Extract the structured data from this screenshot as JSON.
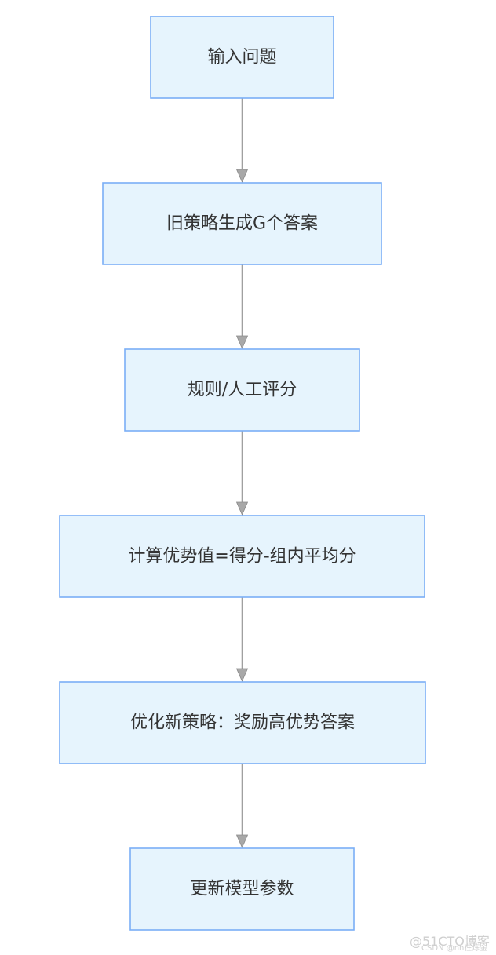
{
  "diagram": {
    "nodes": [
      {
        "id": "n1",
        "label": "输入问题"
      },
      {
        "id": "n2",
        "label": "旧策略生成G个答案"
      },
      {
        "id": "n3",
        "label": "规则/人工评分"
      },
      {
        "id": "n4",
        "label": "计算优势值=得分-组内平均分"
      },
      {
        "id": "n5",
        "label": "优化新策略：奖励高优势答案"
      },
      {
        "id": "n6",
        "label": "更新模型参数"
      }
    ],
    "edges": [
      {
        "from": "n1",
        "to": "n2"
      },
      {
        "from": "n2",
        "to": "n3"
      },
      {
        "from": "n3",
        "to": "n4"
      },
      {
        "from": "n4",
        "to": "n5"
      },
      {
        "from": "n5",
        "to": "n6"
      }
    ]
  },
  "watermark": {
    "main": "@51CTO博客",
    "sub": "CSDN @nn在炼金"
  },
  "colors": {
    "node_fill": "#e6f4fd",
    "node_border": "#7aaef6",
    "edge": "#a0a0a0",
    "text": "#333333"
  }
}
